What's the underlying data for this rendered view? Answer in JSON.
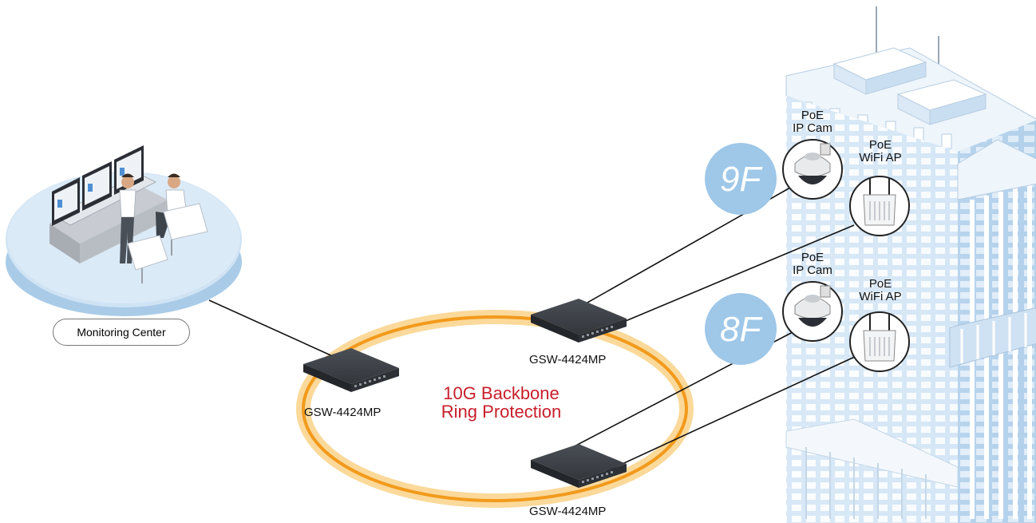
{
  "monitoring_center": {
    "label": "Monitoring Center"
  },
  "switches": [
    {
      "label": "GSW-4424MP"
    },
    {
      "label": "GSW-4424MP"
    },
    {
      "label": "GSW-4424MP"
    }
  ],
  "ring": {
    "title_line1": "10G Backbone",
    "title_line2": "Ring Protection"
  },
  "floors": [
    {
      "label": "9F",
      "camera": {
        "line1": "PoE",
        "line2": "IP Cam"
      },
      "ap": {
        "line1": "PoE",
        "line2": "WiFi AP"
      }
    },
    {
      "label": "8F",
      "camera": {
        "line1": "PoE",
        "line2": "IP Cam"
      },
      "ap": {
        "line1": "PoE",
        "line2": "WiFi AP"
      }
    }
  ],
  "colors": {
    "ring": "#f29a1c",
    "ring_glow": "#fbd99a",
    "ring_title": "#c81e2b",
    "floor_badge": "#9ec7e8",
    "platform": "#bcd9f0",
    "building": "#dbe9f6",
    "switch_body": "#3c4046"
  },
  "icons": [
    "control-desk-icon",
    "operator-icon",
    "switch-icon",
    "dome-camera-icon",
    "access-point-icon",
    "building-icon"
  ]
}
